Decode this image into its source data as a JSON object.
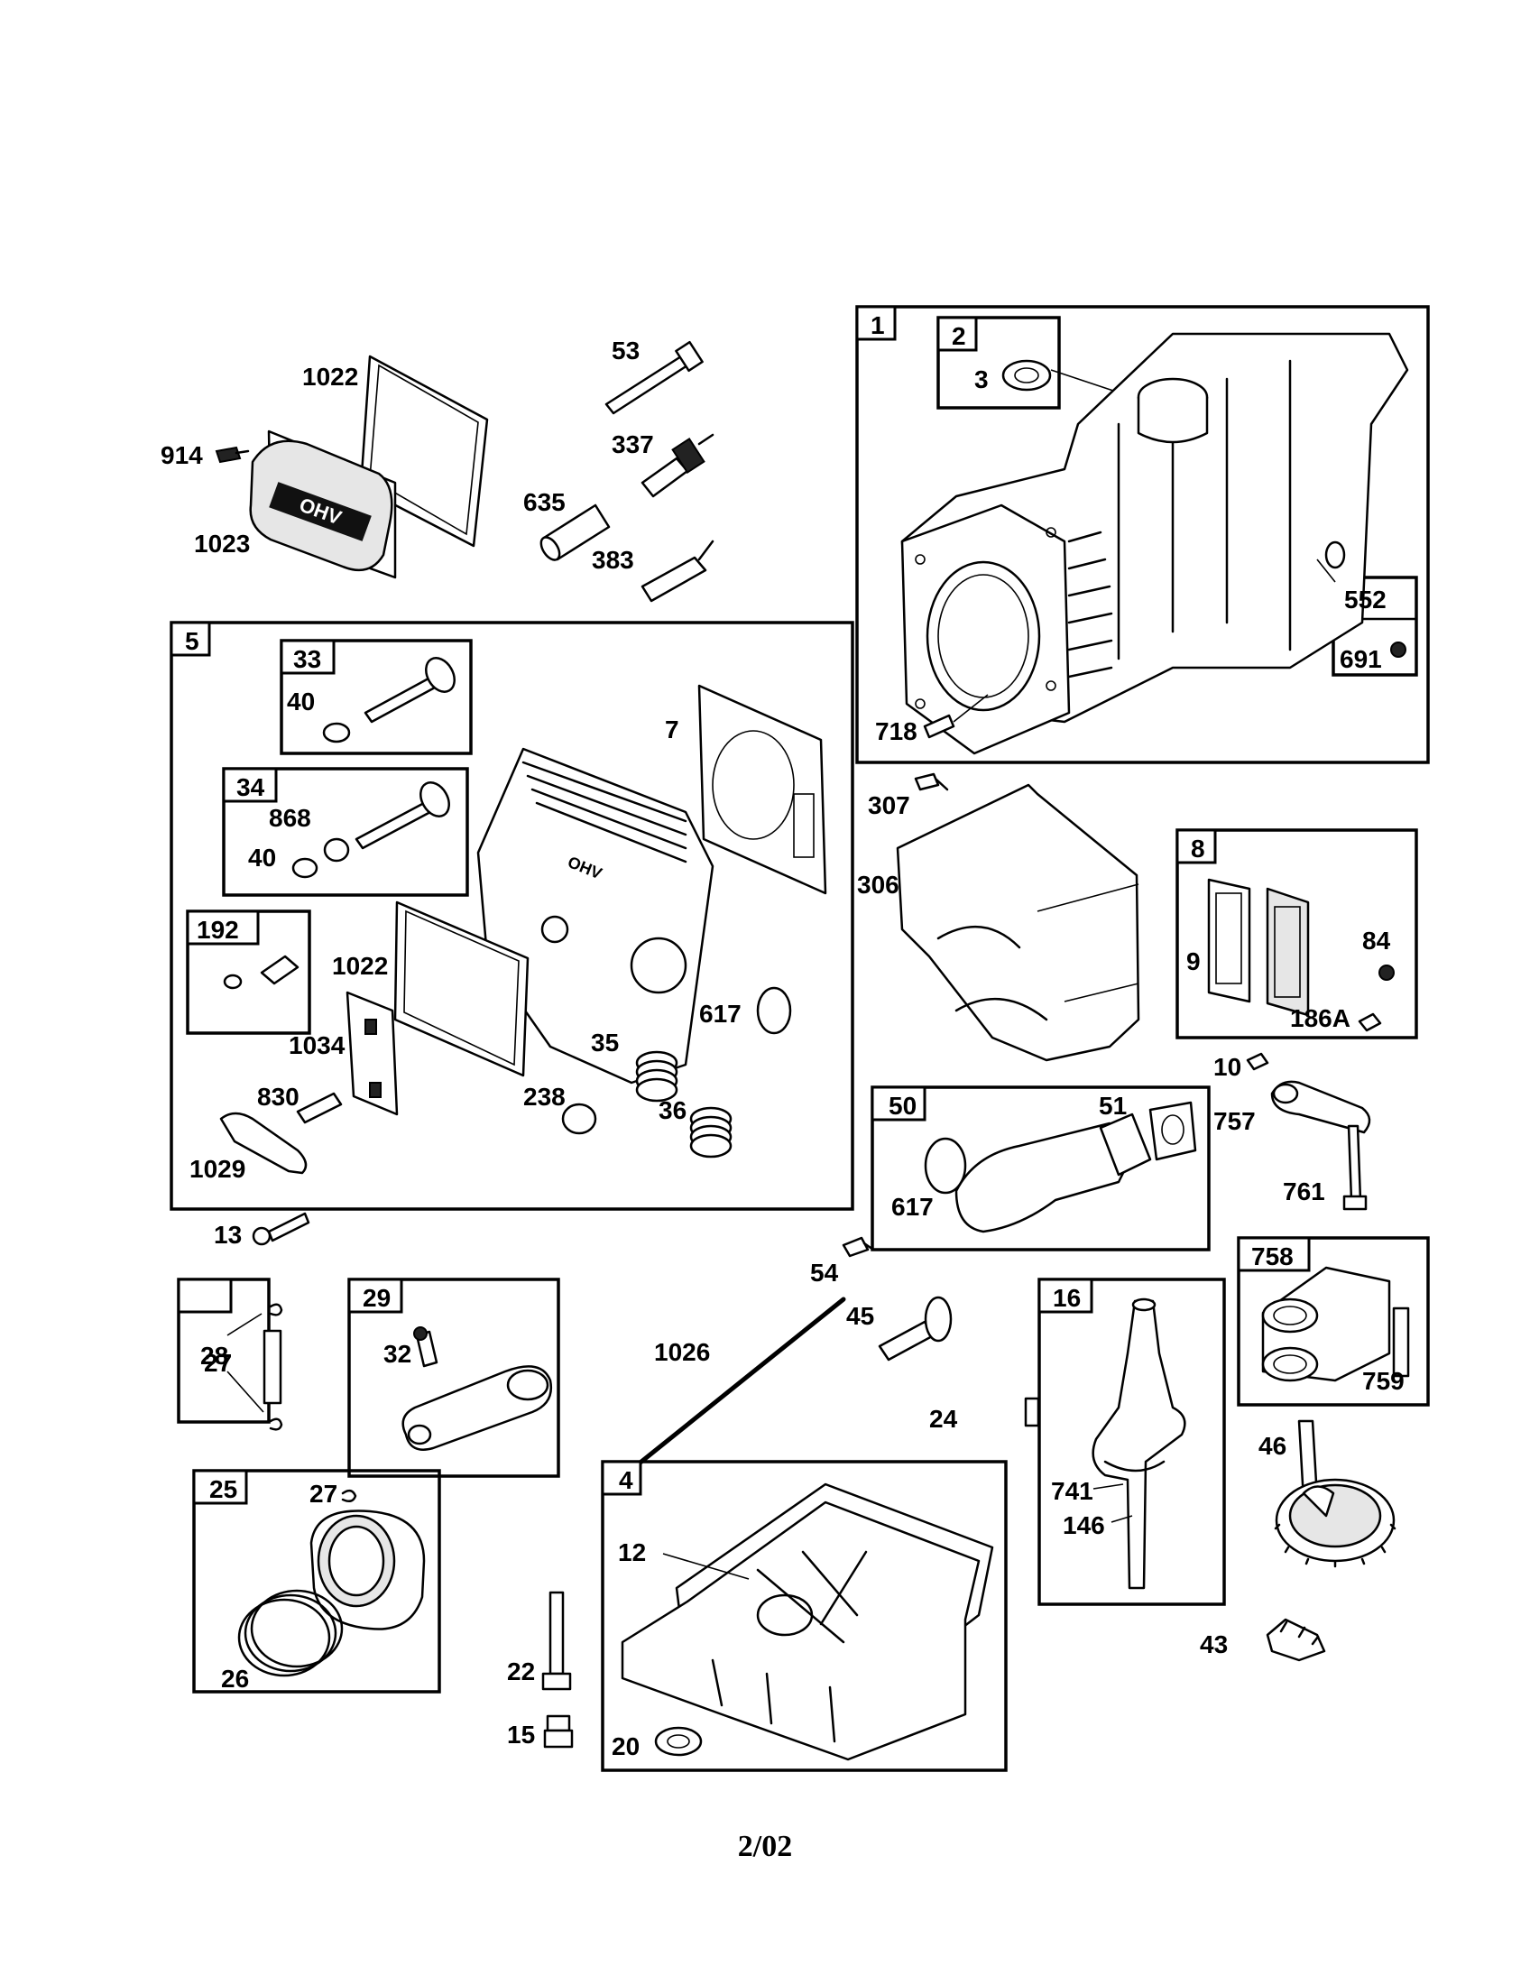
{
  "labels": {
    "p1022a": "1022",
    "p914": "914",
    "p1023": "1023",
    "p53": "53",
    "p337": "337",
    "p635": "635",
    "p383": "383",
    "p1": "1",
    "p2": "2",
    "p3": "3",
    "p552": "552",
    "p691": "691",
    "p718": "718",
    "p5": "5",
    "p33": "33",
    "p40a": "40",
    "p34": "34",
    "p868": "868",
    "p40b": "40",
    "p192": "192",
    "p7": "7",
    "p1022b": "1022",
    "p1034": "1034",
    "p617a": "617",
    "p35": "35",
    "p238": "238",
    "p36": "36",
    "p830": "830",
    "p1029": "1029",
    "p307": "307",
    "p306": "306",
    "p8": "8",
    "p9": "9",
    "p84": "84",
    "p186A": "186A",
    "p10": "10",
    "p757": "757",
    "p761": "761",
    "p50": "50",
    "p51": "51",
    "p617b": "617",
    "p13": "13",
    "p54": "54",
    "p45": "45",
    "p1026": "1026",
    "p28": "28",
    "p27a": "27",
    "p29": "29",
    "p32": "32",
    "p16": "16",
    "p741": "741",
    "p146": "146",
    "p758": "758",
    "p759": "759",
    "p24": "24",
    "p46": "46",
    "p25": "25",
    "p27b": "27",
    "p26": "26",
    "p4": "4",
    "p12": "12",
    "p20": "20",
    "p22": "22",
    "p15": "15",
    "p43": "43"
  },
  "ohv_logo": "OHV",
  "footer": "2/02"
}
